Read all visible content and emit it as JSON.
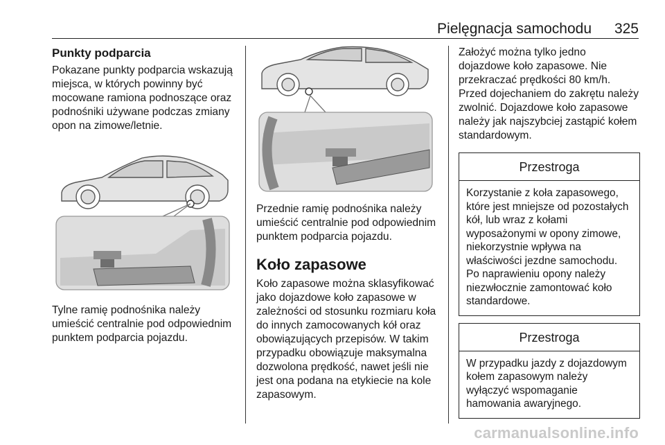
{
  "header": {
    "title": "Pielęgnacja samochodu",
    "page_number": "325"
  },
  "col1": {
    "heading": "Punkty podparcia",
    "intro": "Pokazane punkty podparcia wskazują miejsca, w których powinny być mocowane ramiona podnoszące oraz podnośniki używane podczas zmiany opon na zimowe/letnie.",
    "caption": "Tylne ramię podnośnika należy umieścić centralnie pod odpowiednim punktem podparcia pojazdu."
  },
  "col2": {
    "caption": "Przednie ramię podnośnika należy umieścić centralnie pod odpowiednim punktem podparcia pojazdu.",
    "heading": "Koło zapasowe",
    "body": "Koło zapasowe można sklasyfikować jako dojazdowe koło zapasowe w zależności od stosunku rozmiaru koła do innych zamocowanych kół oraz obowiązujących przepisów. W takim przypadku obowiązuje maksymalna dozwolona prędkość, nawet jeśli nie jest ona podana na etykiecie na kole zapasowym."
  },
  "col3": {
    "intro": "Założyć można tylko jedno dojazdowe koło zapasowe. Nie przekraczać prędkości 80 km/h. Przed dojechaniem do zakrętu należy zwolnić. Dojazdowe koło zapasowe należy jak najszybciej zastąpić kołem standardowym.",
    "caution1_title": "Przestroga",
    "caution1_text": "Korzystanie z koła zapasowego, które jest mniejsze od pozostałych kół, lub wraz z kołami wyposażonymi w opony zimowe, niekorzystnie wpływa na właściwości jezdne samochodu. Po naprawieniu opony należy niezwłocznie zamontować koło standardowe.",
    "caution2_title": "Przestroga",
    "caution2_text": "W przypadku jazdy z dojazdowym kołem zapasowym należy wyłączyć wspomaganie hamowania awaryjnego."
  },
  "watermark": "carmanualsonline.info"
}
